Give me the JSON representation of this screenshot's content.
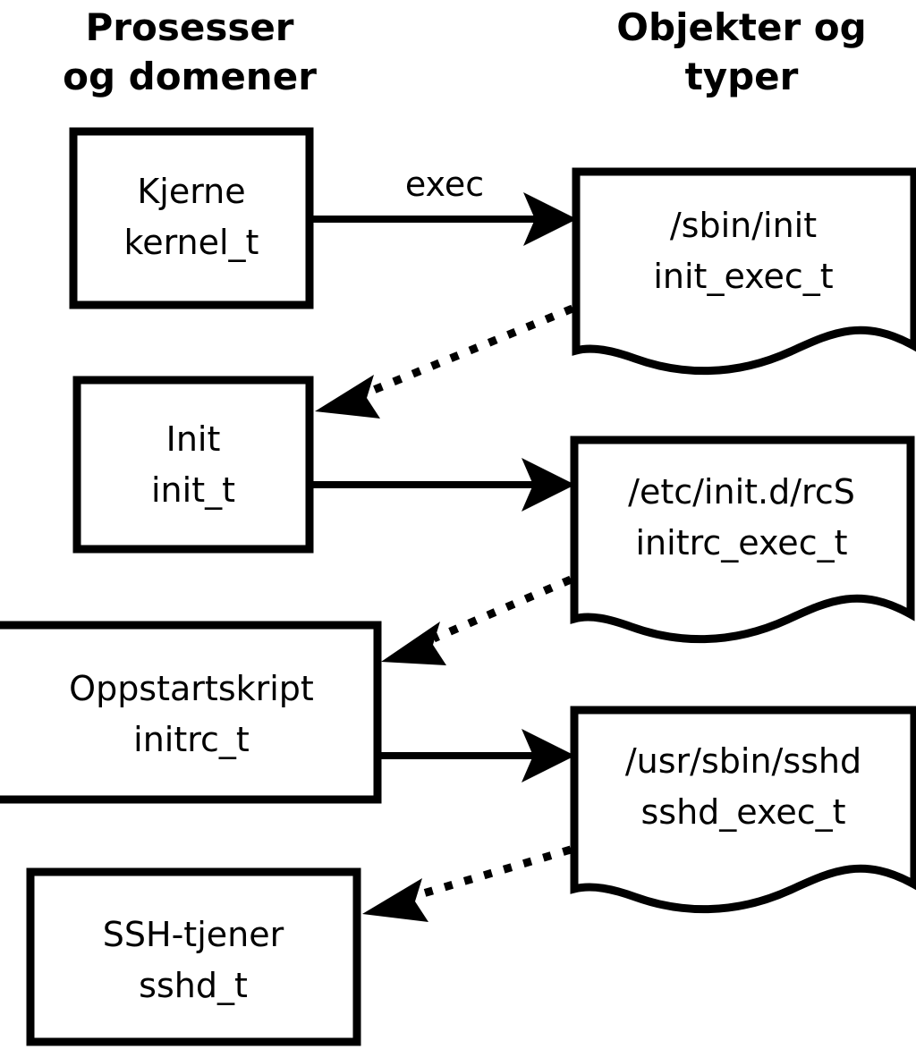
{
  "diagram": {
    "title_columns": [
      {
        "id": "processes",
        "line1": "Prosesser",
        "line2": "og domener"
      },
      {
        "id": "objects",
        "line1": "Objekter og",
        "line2": "typer"
      }
    ],
    "process_nodes": [
      {
        "id": "kernel",
        "line1": "Kjerne",
        "line2": "kernel_t"
      },
      {
        "id": "init",
        "line1": "Init",
        "line2": "init_t"
      },
      {
        "id": "initrc",
        "line1": "Oppstartskript",
        "line2": "initrc_t"
      },
      {
        "id": "sshd",
        "line1": "SSH-tjener",
        "line2": "sshd_t"
      }
    ],
    "object_nodes": [
      {
        "id": "init-exec",
        "line1": "/sbin/init",
        "line2": "init_exec_t"
      },
      {
        "id": "initrc-exec",
        "line1": "/etc/init.d/rcS",
        "line2": "initrc_exec_t"
      },
      {
        "id": "sshd-exec",
        "line1": "/usr/sbin/sshd",
        "line2": "sshd_exec_t"
      }
    ],
    "edges": [
      {
        "id": "kernel-exec-init",
        "label": "exec",
        "style": "solid",
        "from": "kernel",
        "to": "init-exec"
      },
      {
        "id": "initexec-transition-init",
        "label": "",
        "style": "dotted",
        "from": "init-exec",
        "to": "init"
      },
      {
        "id": "init-exec-initrc",
        "label": "",
        "style": "solid",
        "from": "init",
        "to": "initrc-exec"
      },
      {
        "id": "initrcexec-transition-initrc",
        "label": "",
        "style": "dotted",
        "from": "initrc-exec",
        "to": "initrc"
      },
      {
        "id": "initrc-exec-sshd",
        "label": "",
        "style": "solid",
        "from": "initrc",
        "to": "sshd-exec"
      },
      {
        "id": "sshdexec-transition-sshd",
        "label": "",
        "style": "dotted",
        "from": "sshd-exec",
        "to": "sshd"
      }
    ],
    "colors": {
      "stroke": "#000000",
      "fill": "#ffffff",
      "text": "#000000"
    }
  }
}
